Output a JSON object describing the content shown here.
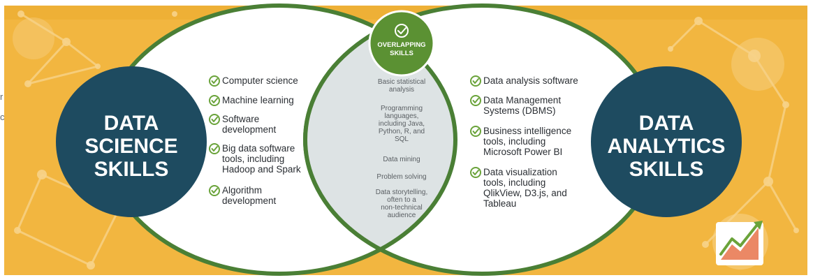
{
  "colors": {
    "background": "#f2b640",
    "background_deep": "#e9a526",
    "network": "#f7d38a",
    "dark_circle": "#1e4b60",
    "venn_outline": "#4a7f35",
    "overlap_fill": "#dde3e4",
    "overlap_badge": "#5b9133",
    "white": "#ffffff",
    "list_text": "#2a2e33",
    "overlap_text": "#5a5f63",
    "check": "#6aa33a"
  },
  "left_circle": {
    "title_lines": [
      "DATA",
      "SCIENCE",
      "SKILLS"
    ]
  },
  "right_circle": {
    "title_lines": [
      "DATA",
      "ANALYTICS",
      "SKILLS"
    ]
  },
  "overlap_badge": {
    "icon": "check-circle-icon",
    "label_lines": [
      "OVERLAPPING",
      "SKILLS"
    ]
  },
  "data_science_skills": [
    {
      "lines": [
        "Computer science"
      ]
    },
    {
      "lines": [
        "Machine learning"
      ]
    },
    {
      "lines": [
        "Software",
        "development"
      ]
    },
    {
      "lines": [
        "Big data software",
        "tools, including",
        "Hadoop and Spark"
      ]
    },
    {
      "lines": [
        "Algorithm",
        "development"
      ]
    }
  ],
  "overlapping_skills": [
    {
      "lines": [
        "Basic statistical",
        "analysis"
      ]
    },
    {
      "lines": [
        "Programming",
        "languages,",
        "including Java,",
        "Python, R, and",
        "SQL"
      ]
    },
    {
      "lines": [
        "Data mining"
      ]
    },
    {
      "lines": [
        "Problem solving"
      ]
    },
    {
      "lines": [
        "Data storytelling,",
        "often to a",
        "non-technical",
        "audience"
      ]
    }
  ],
  "data_analytics_skills": [
    {
      "lines": [
        "Data analysis software"
      ]
    },
    {
      "lines": [
        "Data Management",
        "Systems (DBMS)"
      ]
    },
    {
      "lines": [
        "Business intelligence",
        "tools, including",
        "Microsoft Power BI"
      ]
    },
    {
      "lines": [
        "Data visualization",
        "tools, including",
        "QlikView, D3.js, and",
        "Tableau"
      ]
    }
  ],
  "chart_icon": "rising-line-chart-icon",
  "edge_glyphs": [
    "r",
    "c"
  ]
}
